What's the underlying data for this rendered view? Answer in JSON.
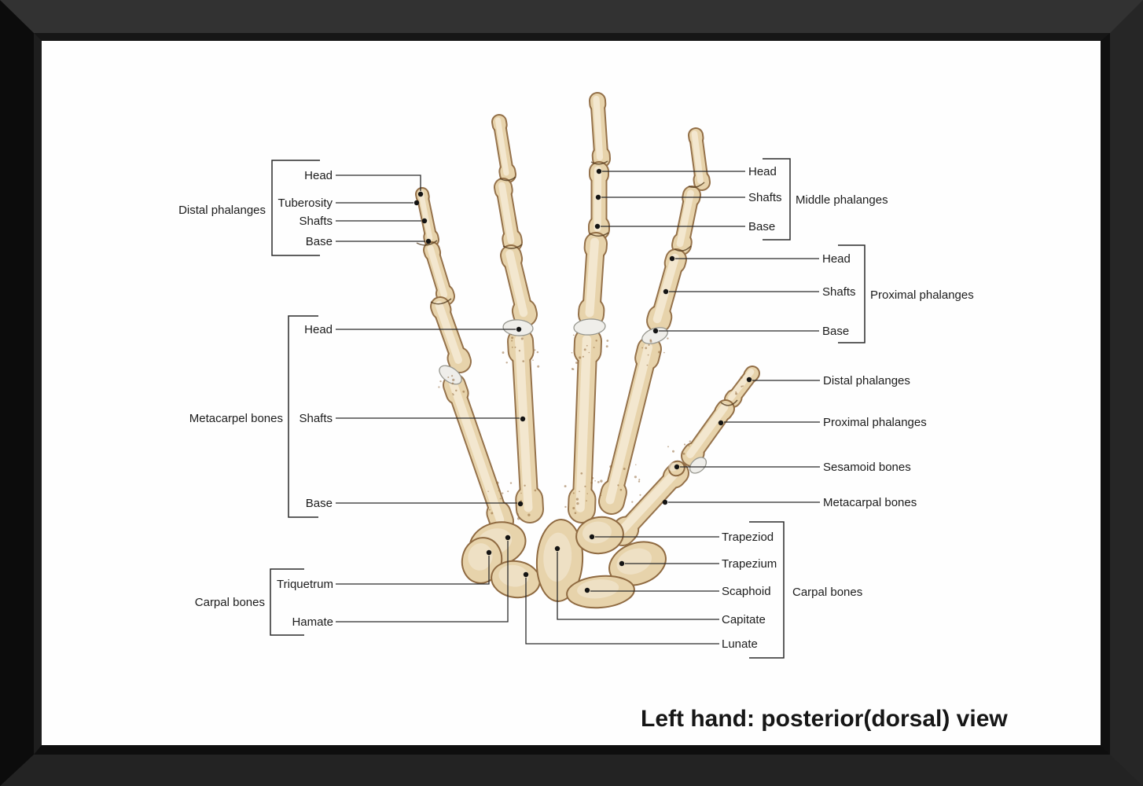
{
  "poster": {
    "title": "Left hand: posterior(dorsal) view"
  },
  "annotations": {
    "left_distal": {
      "group": "Distal phalanges",
      "head": "Head",
      "tuberosity": "Tuberosity",
      "shafts": "Shafts",
      "base": "Base"
    },
    "left_metacarpal": {
      "group": "Metacarpel bones",
      "head": "Head",
      "shafts": "Shafts",
      "base": "Base"
    },
    "left_carpal": {
      "group": "Carpal bones",
      "triquetrum": "Triquetrum",
      "hamate": "Hamate"
    },
    "middle_phalanges": {
      "group": "Middle phalanges",
      "head": "Head",
      "shafts": "Shafts",
      "base": "Base"
    },
    "proximal_phalanges": {
      "group": "Proximal phalanges",
      "head": "Head",
      "shafts": "Shafts",
      "base": "Base"
    },
    "thumb": {
      "distal": "Distal phalanges",
      "proximal": "Proximal phalanges",
      "sesamoid": "Sesamoid bones",
      "metacarpal": "Metacarpal bones"
    },
    "right_carpal": {
      "group": "Carpal bones",
      "trapeziod": "Trapeziod",
      "trapezium": "Trapezium",
      "scaphoid": "Scaphoid",
      "capitate": "Capitate",
      "lunate": "Lunate"
    }
  },
  "colors": {
    "bone": "#e7d3ab",
    "bone_outline": "#8f6a41",
    "bone_highlight": "#f4ead5",
    "cartilage": "#efeeea",
    "leader_line": "#2a2a2a",
    "frame_face": "#323232",
    "canvas": "#fefefe"
  }
}
